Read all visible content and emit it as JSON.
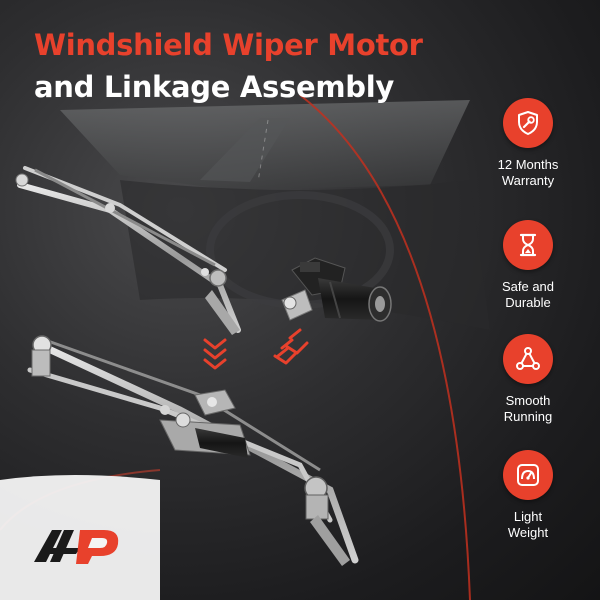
{
  "title": {
    "line1": "Windshield Wiper Motor",
    "line2": "and Linkage Assembly"
  },
  "features": [
    {
      "icon": "wrench-shield-icon",
      "label": "12 Months\nWarranty"
    },
    {
      "icon": "hourglass-icon",
      "label": "Safe and\nDurable"
    },
    {
      "icon": "triangle-nodes-icon",
      "label": "Smooth\nRunning"
    },
    {
      "icon": "gauge-icon",
      "label": "Light\nWeight"
    }
  ],
  "colors": {
    "accent": "#e8412c",
    "text_light": "#ffffff",
    "background_dark": "#1c1c1e"
  },
  "logo": "brand-logo"
}
